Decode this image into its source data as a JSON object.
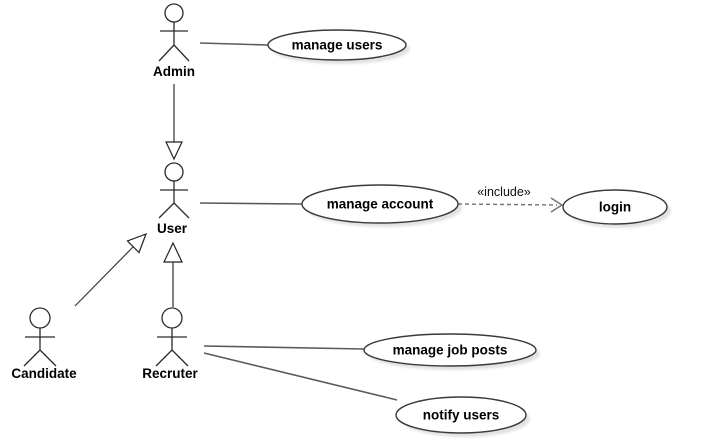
{
  "diagram": {
    "type": "uml-use-case",
    "actors": [
      {
        "id": "admin",
        "label": "Admin"
      },
      {
        "id": "user",
        "label": "User"
      },
      {
        "id": "candidate",
        "label": "Candidate"
      },
      {
        "id": "recruter",
        "label": "Recruter"
      }
    ],
    "use_cases": [
      {
        "id": "manage-users",
        "label": "manage users"
      },
      {
        "id": "manage-account",
        "label": "manage account"
      },
      {
        "id": "login",
        "label": "login"
      },
      {
        "id": "manage-job-posts",
        "label": "manage job posts"
      },
      {
        "id": "notify-users",
        "label": "notify users"
      }
    ],
    "relationships": [
      {
        "type": "association",
        "from": "Admin",
        "to": "manage users"
      },
      {
        "type": "generalization",
        "from": "Admin",
        "to": "User"
      },
      {
        "type": "association",
        "from": "User",
        "to": "manage account"
      },
      {
        "type": "include",
        "from": "manage account",
        "to": "login",
        "label": "«include»"
      },
      {
        "type": "generalization",
        "from": "Candidate",
        "to": "User"
      },
      {
        "type": "generalization",
        "from": "Recruter",
        "to": "User"
      },
      {
        "type": "association",
        "from": "Recruter",
        "to": "manage job posts"
      },
      {
        "type": "association",
        "from": "Recruter",
        "to": "notify users"
      }
    ],
    "colors": {
      "background": "#ffffff",
      "shape_stroke": "#3a3a3a",
      "association_line": "#5a5a5a",
      "text": "#000000",
      "shadow": "#d2d2d2"
    }
  }
}
